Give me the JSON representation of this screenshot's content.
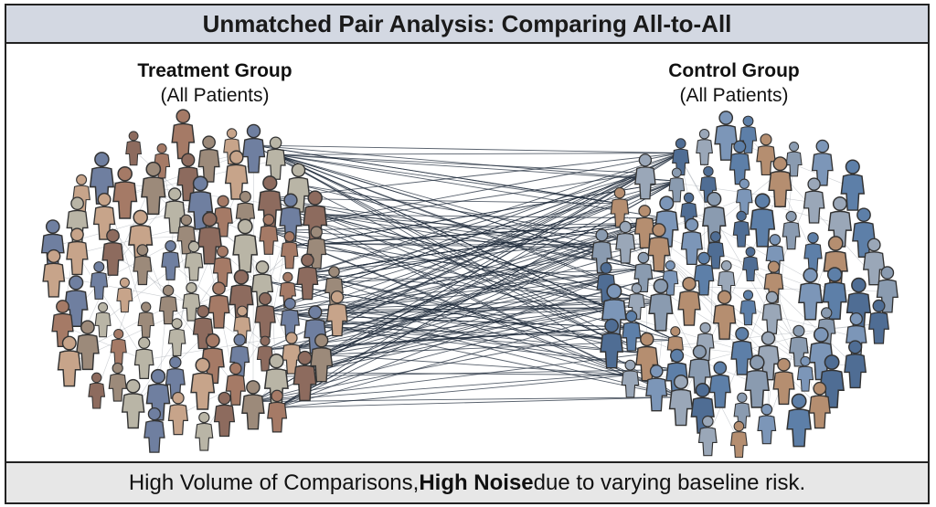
{
  "title": "Unmatched Pair Analysis: Comparing All-to-All",
  "groups": {
    "treatment": {
      "name": "Treatment Group",
      "subtitle": "(All Patients)"
    },
    "control": {
      "name": "Control Group",
      "subtitle": "(All Patients)"
    }
  },
  "footer": {
    "before": "High Volume of Comparisons, ",
    "emphasis": "High Noise",
    "after": " due to varying baseline risk."
  },
  "colors": {
    "treatment_people": [
      "#a57a66",
      "#c7a48a",
      "#8d6b5e",
      "#6f7fa0",
      "#b9b5a6",
      "#9c8a7a"
    ],
    "control_people": [
      "#5d7fa8",
      "#7c96b8",
      "#9aa7b8",
      "#b58e70",
      "#4f6d94",
      "#8a9bb0"
    ],
    "connection_line": "#1e2a3a"
  },
  "icons": {
    "person": "person-icon",
    "sparkle": "sparkle-icon"
  }
}
